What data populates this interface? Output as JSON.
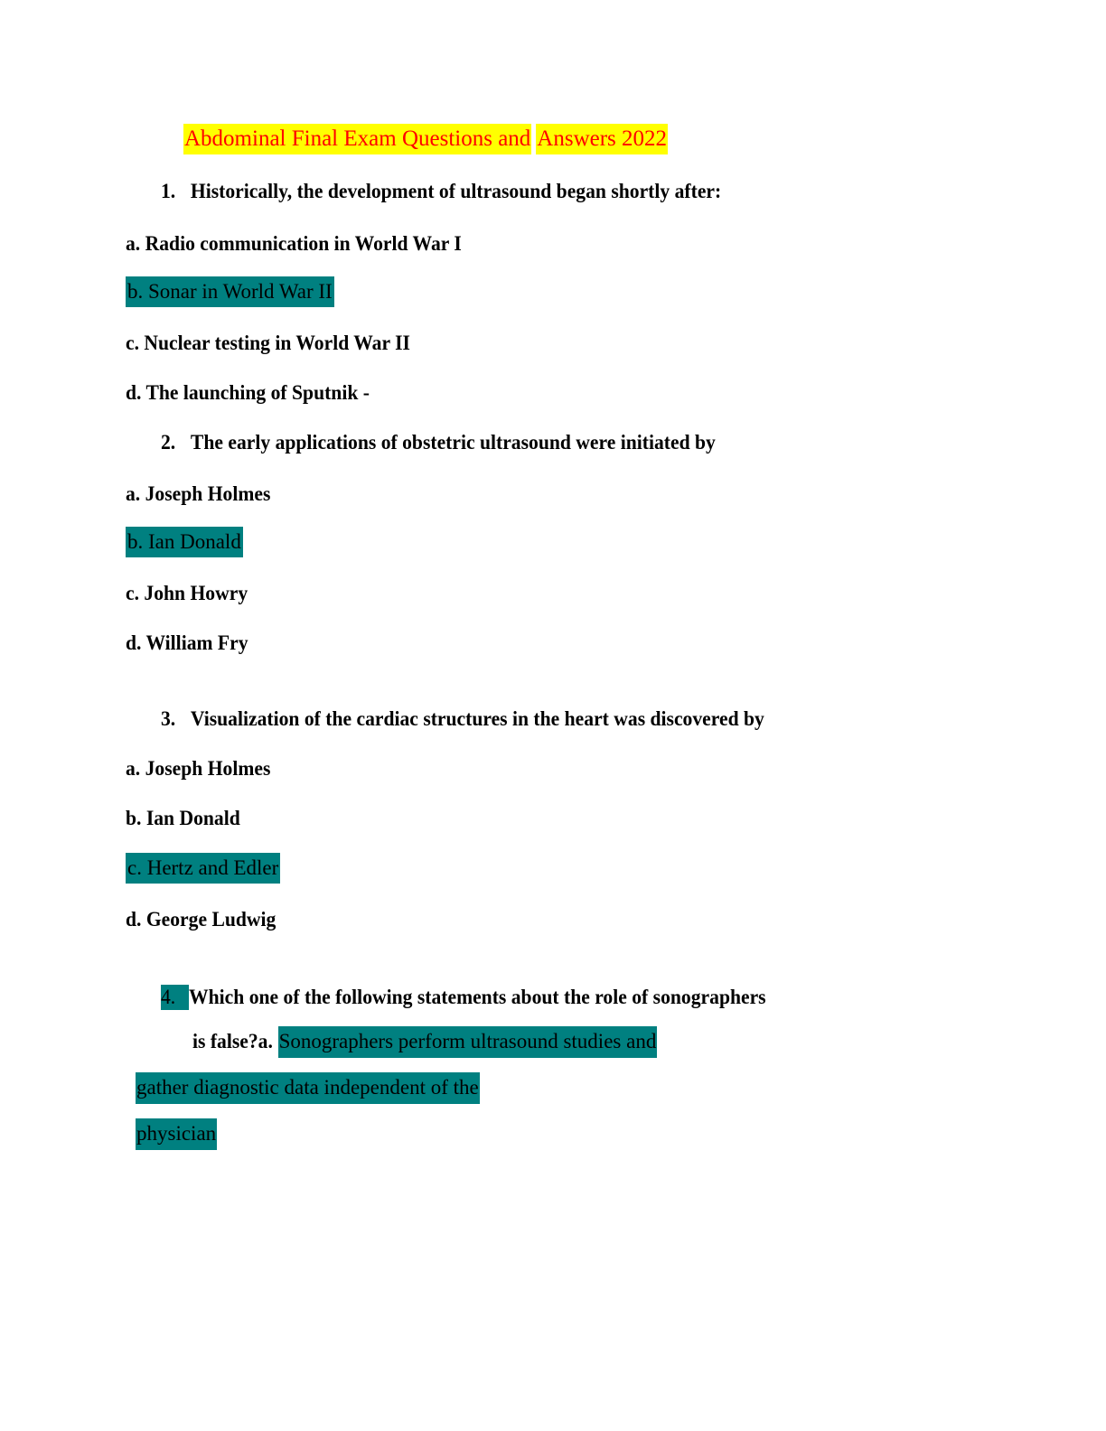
{
  "document": {
    "title": "Abdominal Final Exam Questions and Answers 2022",
    "title_run_1": "Abdominal Final Exam Questions and",
    "title_run_2": "Answers 2022",
    "background_color": "#ffffff",
    "title_text_color": "#ff0000",
    "title_highlight_color": "#ffff00",
    "answer_highlight_color": "#008080",
    "body_text_color": "#000000"
  },
  "questions": [
    {
      "number": "1.",
      "text": "Historically, the development of ultrasound began shortly after:",
      "options": [
        {
          "label": "a. Radio communication in World War I",
          "highlighted": false
        },
        {
          "label": "b. Sonar in World War II",
          "highlighted": true
        },
        {
          "label": "c. Nuclear testing in World War II",
          "highlighted": false
        },
        {
          "label": "d. The launching of Sputnik -",
          "highlighted": false
        }
      ]
    },
    {
      "number": "2.",
      "text": "The early applications of obstetric ultrasound were initiated by",
      "options": [
        {
          "label": "a. Joseph Holmes",
          "highlighted": false
        },
        {
          "label": "b. Ian Donald",
          "highlighted": true
        },
        {
          "label": "c. John Howry",
          "highlighted": false
        },
        {
          "label": "d. William Fry",
          "highlighted": false
        }
      ]
    },
    {
      "number": "3.",
      "text": "Visualization of the cardiac structures in the heart was discovered by",
      "options": [
        {
          "label": "a. Joseph Holmes",
          "highlighted": false
        },
        {
          "label": "b. Ian Donald",
          "highlighted": false
        },
        {
          "label": "c. Hertz and Edler",
          "highlighted": true
        },
        {
          "label": "d. George Ludwig",
          "highlighted": false
        }
      ]
    },
    {
      "number": "4.",
      "number_highlighted": true,
      "text_line_1": "Which one of the following statements about the role of sonographers",
      "text_line_2": "is false?a.",
      "answer_line_1": "Sonographers perform ultrasound studies and",
      "answer_line_2": "gather diagnostic data independent of the",
      "answer_line_3": "physician"
    }
  ]
}
